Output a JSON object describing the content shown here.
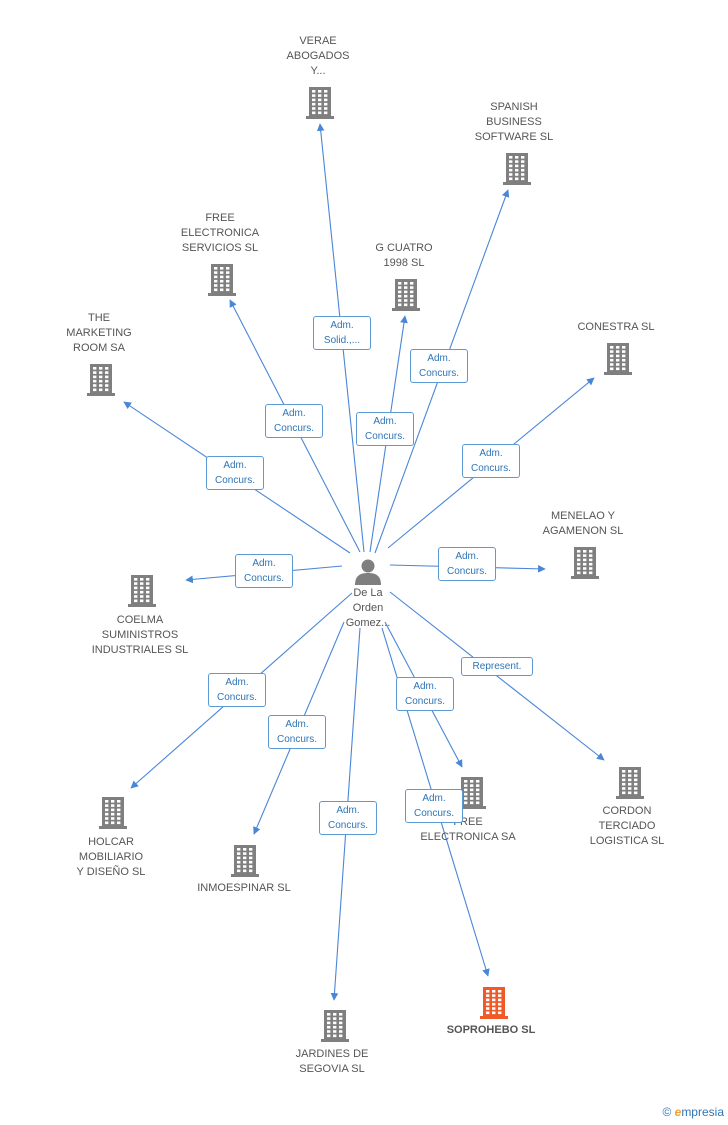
{
  "colors": {
    "edge": "#4a86d8",
    "building": "#7f7f7f",
    "highlight": "#f05a28",
    "badge_border": "#5b9bd5",
    "badge_text": "#2e75b6"
  },
  "center": {
    "label": "De La\nOrden\nGomez..."
  },
  "nodes": [
    {
      "id": "verae",
      "label": "VERAE\nABOGADOS\nY...",
      "label_pos": "top"
    },
    {
      "id": "spanish",
      "label": "SPANISH\nBUSINESS\nSOFTWARE SL",
      "label_pos": "top"
    },
    {
      "id": "free-serv",
      "label": "FREE\nELECTRONICA\nSERVICIOS SL",
      "label_pos": "top"
    },
    {
      "id": "gcuatro",
      "label": "G CUATRO\n1998 SL",
      "label_pos": "top"
    },
    {
      "id": "marketing",
      "label": "THE\nMARKETING\nROOM SA",
      "label_pos": "top"
    },
    {
      "id": "conestra",
      "label": "CONESTRA SL",
      "label_pos": "top"
    },
    {
      "id": "menelao",
      "label": "MENELAO Y\nAGAMENON SL",
      "label_pos": "top"
    },
    {
      "id": "coelma",
      "label": "COELMA\nSUMINISTROS\nINDUSTRIALES SL",
      "label_pos": "bottom"
    },
    {
      "id": "holcar",
      "label": "HOLCAR\nMOBILIARIO\nY DISEÑO SL",
      "label_pos": "bottom"
    },
    {
      "id": "inmoespinar",
      "label": "INMOESPINAR SL",
      "label_pos": "bottom"
    },
    {
      "id": "free-sa",
      "label": "FREE\nELECTRONICA SA",
      "label_pos": "bottom"
    },
    {
      "id": "cordon",
      "label": "CORDON\nTERCIADO\nLOGISTICA SL",
      "label_pos": "bottom"
    },
    {
      "id": "jardines",
      "label": "JARDINES DE\nSEGOVIA SL",
      "label_pos": "bottom"
    },
    {
      "id": "soprohebo",
      "label": "SOPROHEBO SL",
      "label_pos": "bottom",
      "highlight": true
    }
  ],
  "edges": [
    {
      "to": "verae",
      "label": "Adm.\nSolid.,..."
    },
    {
      "to": "spanish",
      "label": "Adm.\nConcurs."
    },
    {
      "to": "free-serv",
      "label": "Adm.\nConcurs."
    },
    {
      "to": "gcuatro",
      "label": "Adm.\nConcurs."
    },
    {
      "to": "marketing",
      "label": "Adm.\nConcurs."
    },
    {
      "to": "conestra",
      "label": "Adm.\nConcurs."
    },
    {
      "to": "menelao",
      "label": "Adm.\nConcurs."
    },
    {
      "to": "coelma",
      "label": "Adm.\nConcurs."
    },
    {
      "to": "holcar",
      "label": "Adm.\nConcurs."
    },
    {
      "to": "inmoespinar",
      "label": "Adm.\nConcurs."
    },
    {
      "to": "free-sa",
      "label": "Adm.\nConcurs."
    },
    {
      "to": "cordon",
      "label": "Represent."
    },
    {
      "to": "jardines",
      "label": "Adm.\nConcurs."
    },
    {
      "to": "soprohebo",
      "label": "Adm.\nConcurs."
    }
  ],
  "footer": {
    "copyright": "©",
    "brand_initial": "e",
    "brand_rest": "mpresia"
  }
}
